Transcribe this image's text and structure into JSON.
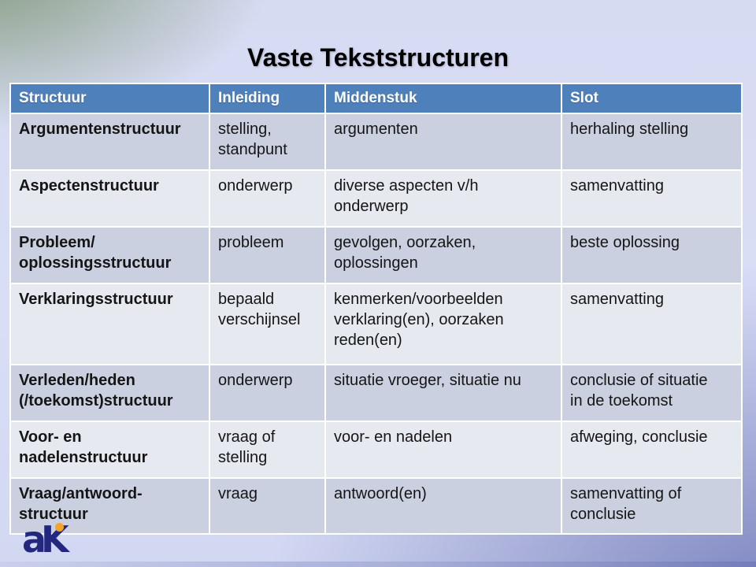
{
  "slide": {
    "title": "Vaste Tekststructuren"
  },
  "table": {
    "headers": [
      "Structuur",
      "Inleiding",
      "Middenstuk",
      "Slot"
    ],
    "rows": [
      [
        "Argumentenstructuur",
        "stelling,\nstandpunt",
        "argumenten",
        "herhaling stelling"
      ],
      [
        "Aspectenstructuur",
        "onderwerp",
        "diverse aspecten v/h\nonderwerp",
        "samenvatting"
      ],
      [
        "Probleem/\noplossingsstructuur",
        "probleem",
        "gevolgen, oorzaken,\noplossingen",
        "beste oplossing"
      ],
      [
        "Verklaringsstructuur",
        "bepaald\nverschijnsel",
        "kenmerken/voorbeelden\nverklaring(en), oorzaken\nreden(en)",
        "samenvatting"
      ],
      [
        "Verleden/heden\n(/toekomst)structuur",
        "onderwerp",
        "situatie vroeger, situatie nu",
        "conclusie of situatie\nin de toekomst"
      ],
      [
        "Voor- en\nnadelenstructuur",
        "vraag of\nstelling",
        "voor- en nadelen",
        "afweging, conclusie"
      ],
      [
        "Vraag/antwoord-\nstructuur",
        "vraag",
        "antwoord(en)",
        "samenvatting of\nconclusie"
      ]
    ]
  },
  "logo": {
    "text": "aK",
    "dot_color": "#F4A428",
    "letter_color": "#23277D"
  },
  "colors": {
    "header_bg": "#4E81BC",
    "header_text": "#FFFFFF",
    "row_dark": "#CAD0E0",
    "row_light": "#E7E9F1",
    "grid_line": "#FFFFFF",
    "body_text": "#151515",
    "bg_corner_green": "#7C9472",
    "bg_lavender": "#D9DEF7",
    "bg_periwinkle": "#7D85C0"
  }
}
